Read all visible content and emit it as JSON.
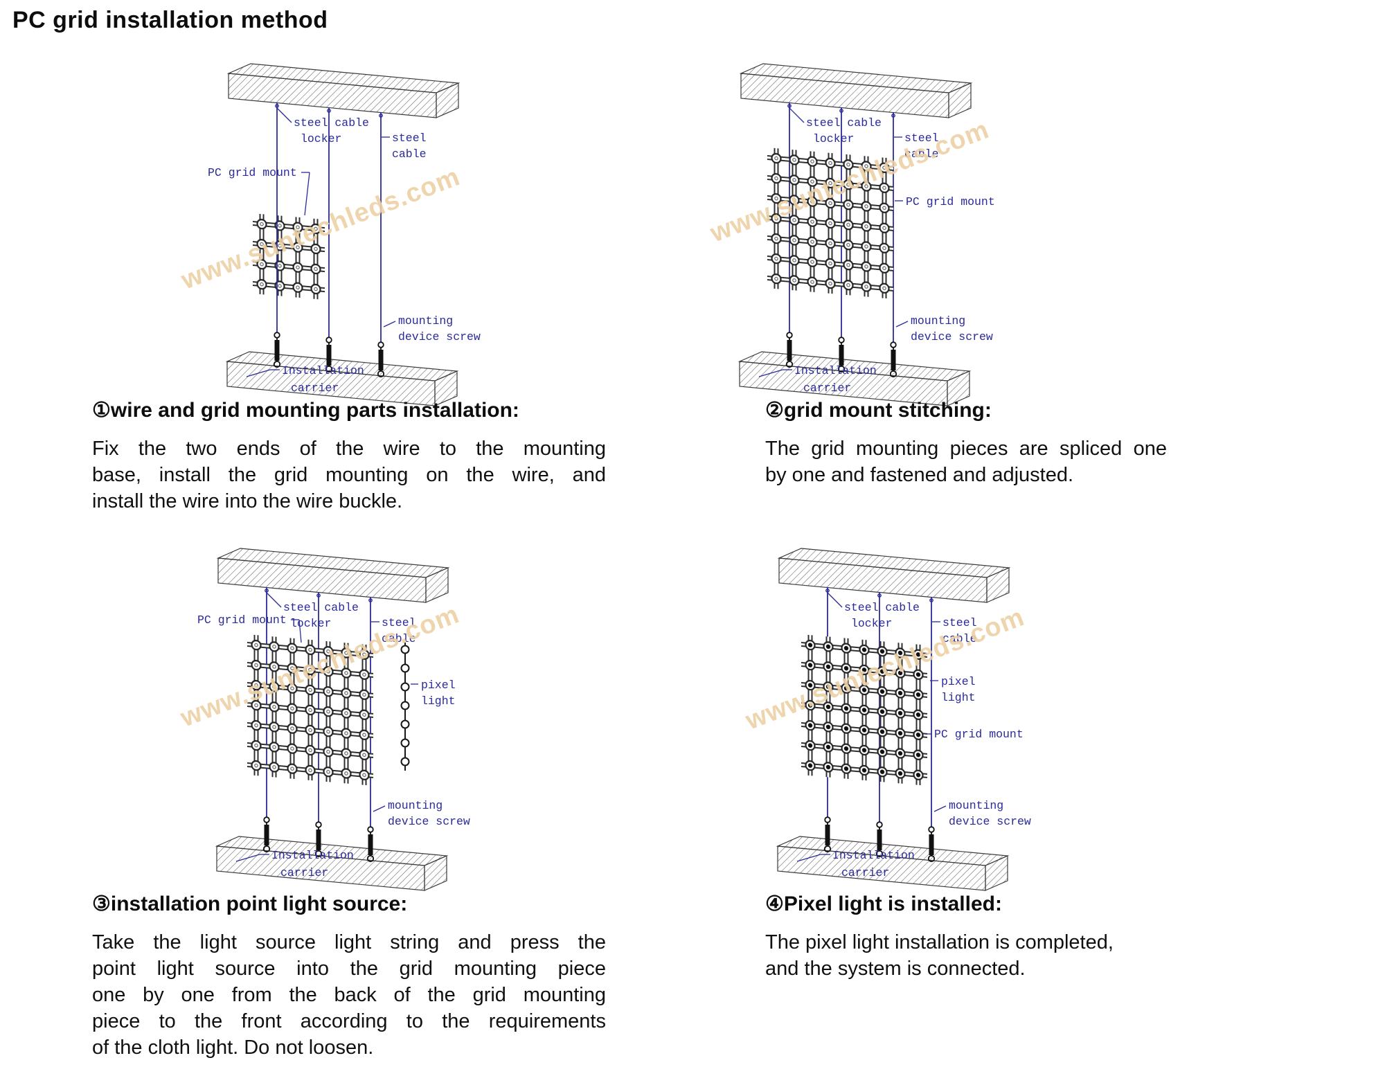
{
  "page": {
    "title": "PC grid installation method",
    "watermark": "www.suntechleds.com"
  },
  "colors": {
    "label_blue": "#2a2a9a",
    "cable_blue": "#2a2a9a",
    "watermark_tan": "#ecd0a4",
    "drawing_ink": "#2e2e2e",
    "text_black": "#0e0e0e"
  },
  "diagram_labels": {
    "steel_cable_locker_1": "steel cable",
    "steel_cable_locker_2": "locker",
    "steel_cable_1": "steel",
    "steel_cable_2": "cable",
    "pc_grid_mount": "PC grid mount",
    "mounting_screw_1": "mounting",
    "mounting_screw_2": "device screw",
    "carrier_1": "Installation",
    "carrier_2": "carrier",
    "pixel_light_1": "pixel",
    "pixel_light_2": "light"
  },
  "steps": [
    {
      "heading": "①wire and grid mounting parts installation:",
      "lines": [
        "Fix the two ends of the wire to the mounting",
        "base, install the grid mounting on the wire, and",
        "install the wire into the wire buckle."
      ]
    },
    {
      "heading": "②grid mount stitching:",
      "lines": [
        "The grid mounting pieces are spliced one",
        "by one and fastened and adjusted."
      ]
    },
    {
      "heading": "③installation point light source:",
      "lines": [
        "Take the light source light string and press the",
        "point light source into the grid mounting piece",
        "one by one from the back of the grid mounting",
        "piece to the front according to the requirements",
        "of the cloth light. Do not loosen."
      ]
    },
    {
      "heading": "④Pixel light is installed:",
      "lines": [
        "The pixel light installation is completed,",
        "and the system is connected."
      ]
    }
  ]
}
